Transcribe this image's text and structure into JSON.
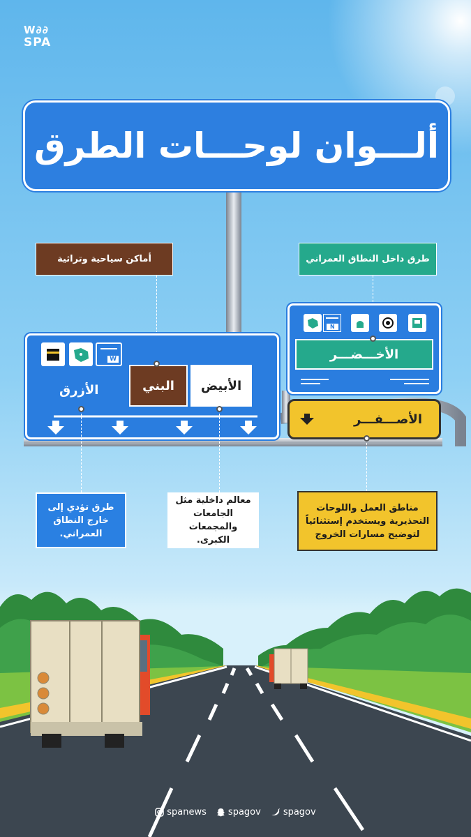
{
  "logo": {
    "line1": "W∂∂",
    "line2": "SPA"
  },
  "title": "ألـــوان لوحـــات الطرق",
  "callouts": {
    "brown": "أماكن سياحية وتراثية",
    "green": "طرق داخل النطاق العمراني",
    "blue": "طرق تؤدي إلى خارج النطاق العمراني.",
    "white": "معالم داخلية مثل الجامعات والمجمعات الكبرى.",
    "yellow": "مناطق العمل واللوحات التحذيرية ويستخدم إستثنائياً لتوضيح مسارات الخروج"
  },
  "signs": {
    "blue": "الأزرق",
    "brown": "البني",
    "white": "الأبيض",
    "green": "الأخـــضـــر",
    "yellow": "الأصـــفـــر"
  },
  "icons": {
    "kaaba": "kaaba-icon",
    "map": "saudi-map-icon",
    "west": "W",
    "north": "N"
  },
  "colors": {
    "blue": "#2a7ddf",
    "brown": "#6d3b22",
    "green": "#25a98c",
    "yellow": "#f2c42c",
    "white": "#ffffff"
  },
  "footer": {
    "instagram": "spanews",
    "snapchat": "spagov",
    "twitter": "spagov"
  }
}
